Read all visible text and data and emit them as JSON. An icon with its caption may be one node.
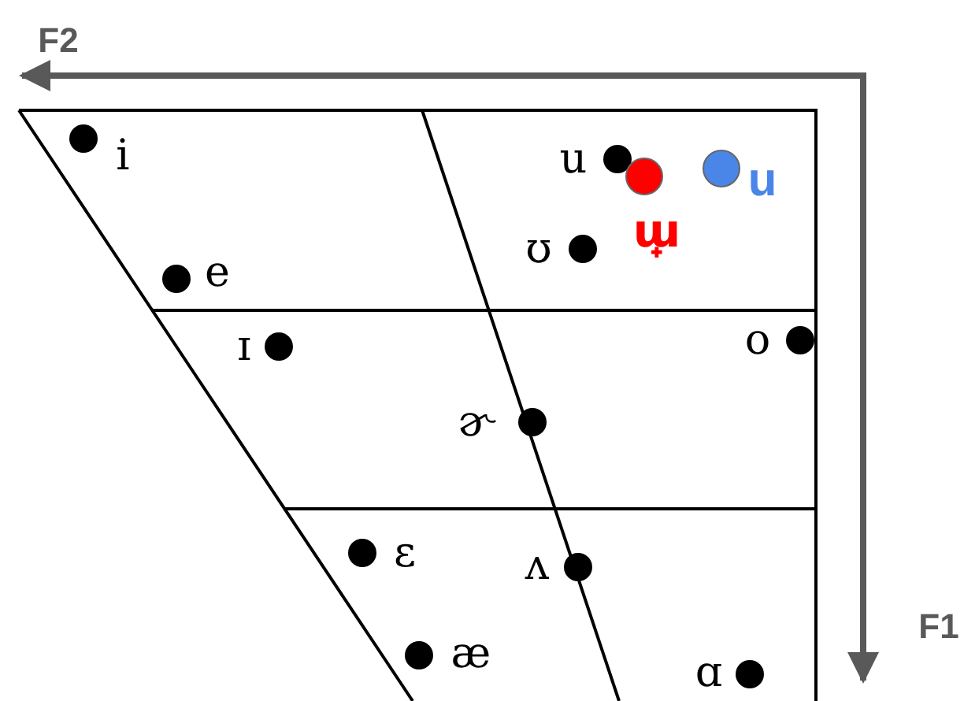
{
  "diagram": {
    "labels": [
      "F2",
      "i",
      "u",
      "ɯ̟",
      "u",
      "ʊ",
      "e",
      "ɪ",
      "o",
      "ɚ",
      "ɛ",
      "ʌ",
      "æ",
      "ɑ",
      "F1"
    ]
  }
}
